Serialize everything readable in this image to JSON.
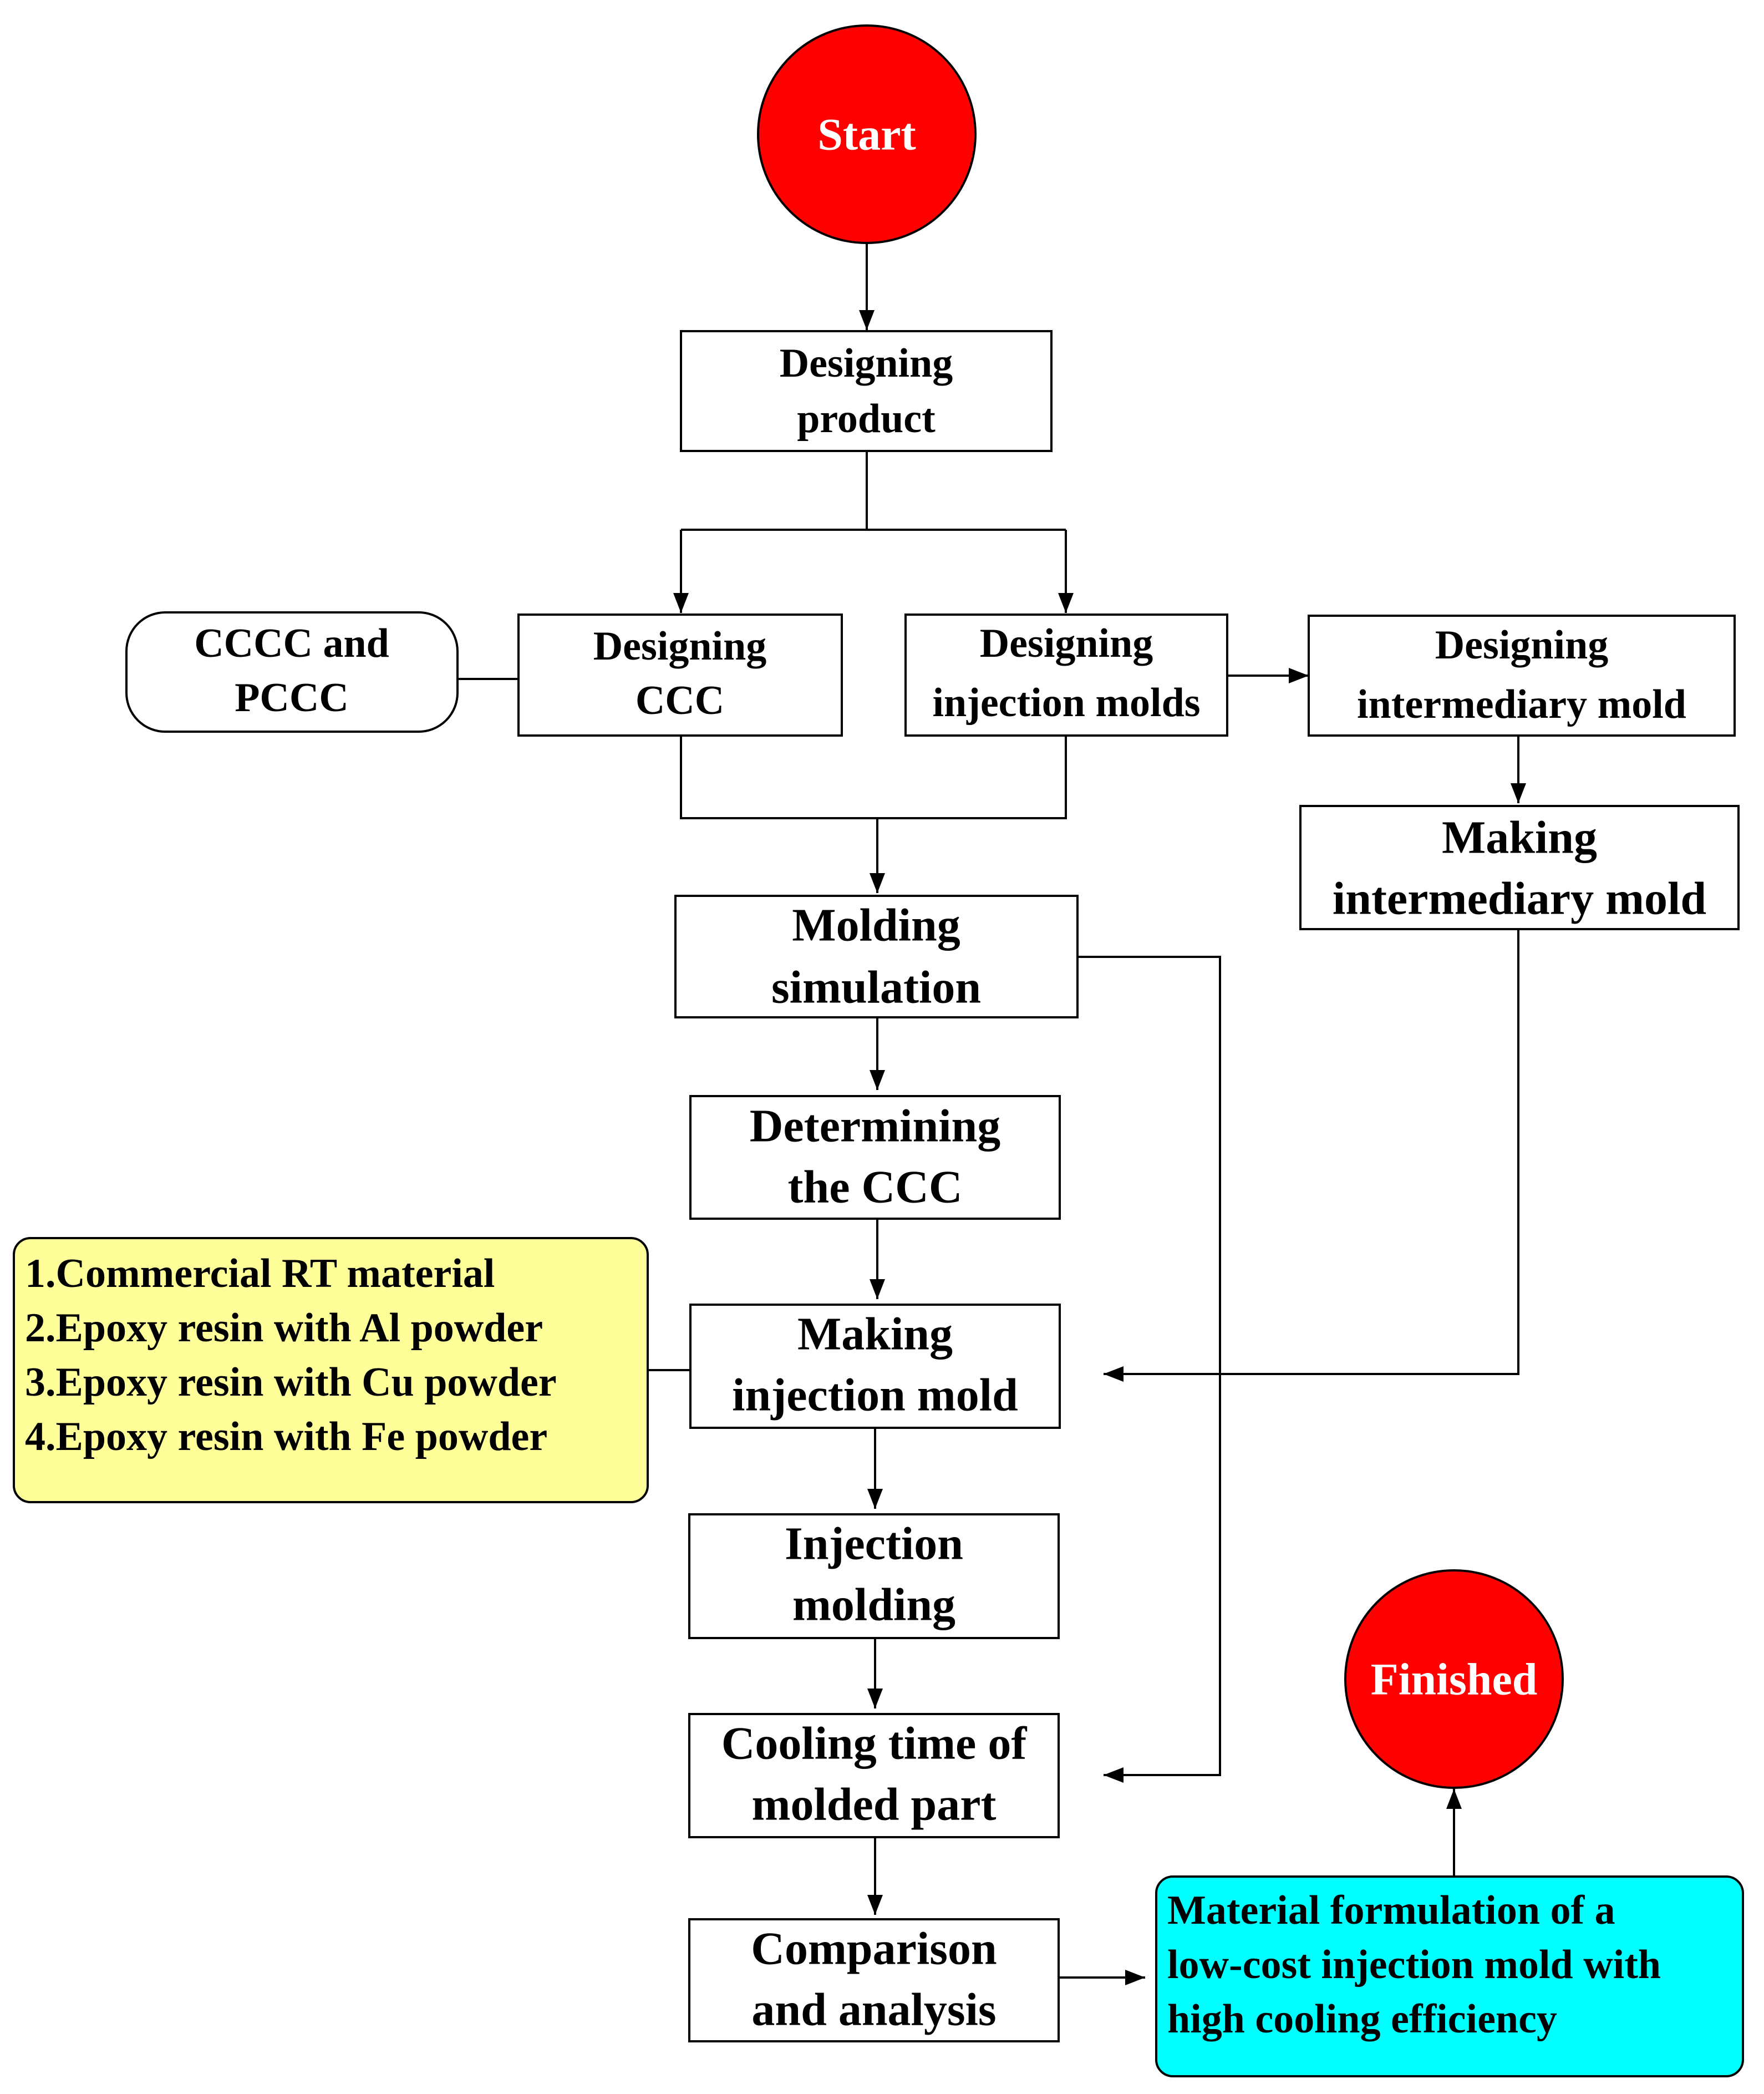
{
  "colors": {
    "terminal": "#ff0000",
    "materials_box": "#ffff99",
    "result_box": "#00ffff",
    "stroke": "#000000"
  },
  "nodes": {
    "start": "Start",
    "designing_product": [
      "Designing",
      "product"
    ],
    "cccc_pccc": [
      "CCCC and",
      "PCCC"
    ],
    "designing_ccc": [
      "Designing",
      "CCC"
    ],
    "designing_injection_molds": [
      "Designing",
      "injection molds"
    ],
    "designing_intermediary_mold": [
      "Designing",
      "intermediary mold"
    ],
    "making_intermediary_mold": [
      "Making",
      "intermediary mold"
    ],
    "molding_simulation": [
      "Molding",
      "simulation"
    ],
    "determining_ccc": [
      "Determining",
      "the CCC"
    ],
    "materials": [
      "1.Commercial RT material",
      "2.Epoxy resin with Al powder",
      "3.Epoxy resin with Cu powder",
      "4.Epoxy resin with Fe powder"
    ],
    "making_injection_mold": [
      "Making",
      "injection mold"
    ],
    "injection_molding": [
      "Injection",
      "molding"
    ],
    "cooling_time": [
      "Cooling time of",
      "molded part"
    ],
    "comparison_analysis": [
      "Comparison",
      "and analysis"
    ],
    "material_formulation": [
      "Material formulation of a",
      "low-cost injection mold with",
      "high cooling efficiency"
    ],
    "finished": "Finished"
  }
}
